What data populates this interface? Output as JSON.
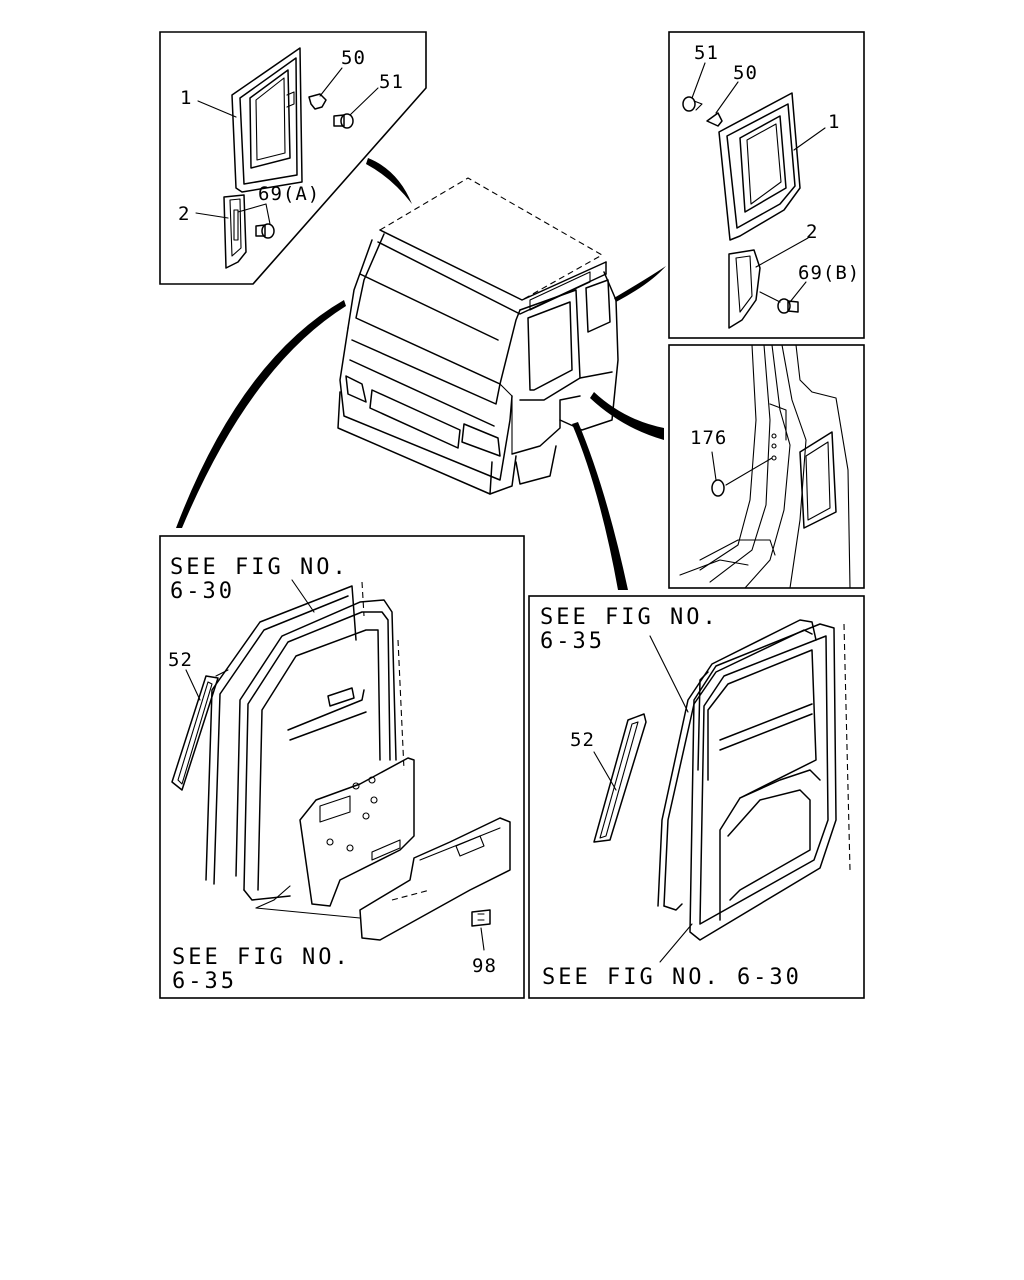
{
  "panels": {
    "top_left": {
      "callouts": {
        "part_1": "1",
        "part_2": "2",
        "part_50": "50",
        "part_51": "51",
        "part_69a": "69(A)"
      }
    },
    "top_right": {
      "callouts": {
        "part_51": "51",
        "part_50": "50",
        "part_1": "1",
        "part_2": "2",
        "part_69b": "69(B)"
      }
    },
    "middle_right": {
      "callouts": {
        "part_176": "176"
      }
    },
    "bottom_left": {
      "ref_top_line1": "SEE FIG NO.",
      "ref_top_line2": "6-30",
      "ref_bottom_line1": "SEE FIG NO.",
      "ref_bottom_line2": "6-35",
      "callouts": {
        "part_52": "52",
        "part_98": "98"
      }
    },
    "bottom_right": {
      "ref_top_line1": "SEE FIG NO.",
      "ref_top_line2": "6-35",
      "ref_bottom": "SEE FIG NO. 6-30",
      "callouts": {
        "part_52": "52"
      }
    }
  }
}
